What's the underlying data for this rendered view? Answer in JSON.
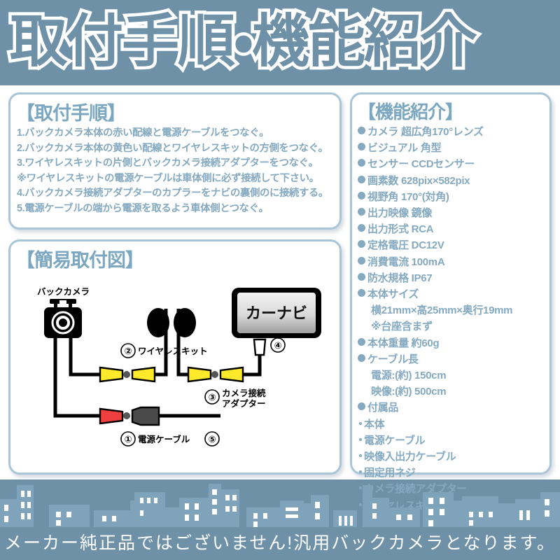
{
  "page": {
    "title": "取付手順・機能紹介",
    "background_color": "#6e91a8",
    "panel_border_color": "#a9c6d8",
    "text_color": "#84a9c0"
  },
  "steps_panel": {
    "heading": "【取付手順】",
    "items": [
      "1.バックカメラ本体の赤い配線と電源ケーブルをつなぐ。",
      "2.バックカメラ本体の黄色い配線とワイヤレスキットの方側をつなぐ。",
      "3.ワイヤレスキットの片側とバックカメラ接続アダプターをつなぐ。",
      "※ワイヤレスキットの電源ケーブルは車体側に必ず接続して下さい。",
      "4.バックカメラ接続アダプターのカプラーをナビの裏側のに接続する。",
      "5.電源ケーブルの端から電源を取るよう車体側とつなぐ。"
    ]
  },
  "diagram_panel": {
    "heading": "【簡易取付図】",
    "camera_label": "バックカメラ",
    "navi_label": "カーナビ",
    "markers": [
      {
        "number": "①",
        "label": "電源ケーブル"
      },
      {
        "number": "②",
        "label": "ワイヤレスキット"
      },
      {
        "number": "③",
        "label_line1": "カメラ接続",
        "label_line2": "アダプター"
      },
      {
        "number": "④",
        "label": ""
      },
      {
        "number": "⑤",
        "label": ""
      }
    ],
    "colors": {
      "video_connector": "#ffe92b",
      "power_connector": "#ef3f3f",
      "plug_body": "#4a4a4a",
      "wire": "#000000"
    }
  },
  "specs_panel": {
    "heading": "【機能紹介】",
    "items": [
      {
        "type": "bullet",
        "text": "カメラ 超広角170°レンズ"
      },
      {
        "type": "bullet",
        "text": "ビジュアル 角型"
      },
      {
        "type": "bullet",
        "text": "センサー CCDセンサー"
      },
      {
        "type": "bullet",
        "text": "画素数 628pix×582pix"
      },
      {
        "type": "bullet",
        "text": "視野角 170°(対角)"
      },
      {
        "type": "bullet",
        "text": "出力映像 鏡像"
      },
      {
        "type": "bullet",
        "text": "出力形式 RCA"
      },
      {
        "type": "bullet",
        "text": "定格電圧 DC12V"
      },
      {
        "type": "bullet",
        "text": "消費電流 100mA"
      },
      {
        "type": "bullet",
        "text": "防水規格 IP67"
      },
      {
        "type": "bullet",
        "text": "本体サイズ"
      },
      {
        "type": "sub",
        "text": "横21mm×高25mm×奥行19mm"
      },
      {
        "type": "sub",
        "text": "※台座含まず"
      },
      {
        "type": "bullet",
        "text": "本体重量 約60g"
      },
      {
        "type": "bullet",
        "text": "ケーブル長"
      },
      {
        "type": "sub",
        "text": "電源:(約) 150cm"
      },
      {
        "type": "sub",
        "text": "映像:(約) 500cm"
      },
      {
        "type": "bullet",
        "text": "付属品"
      },
      {
        "type": "acc",
        "text": "本体"
      },
      {
        "type": "acc",
        "text": "電源ケーブル"
      },
      {
        "type": "acc",
        "text": "映像入出力ケーブル"
      },
      {
        "type": "acc",
        "text": "固定用ネジ"
      },
      {
        "type": "acc",
        "text": "カメラ接続アダプター"
      },
      {
        "type": "acc",
        "text": "ワイヤレスキット"
      }
    ]
  },
  "footer": {
    "notice": "メーカー純正品ではございません!汎用バックカメラとなります。",
    "skyline_color": "#7fa3ba",
    "band_color": "#6e91a8"
  }
}
